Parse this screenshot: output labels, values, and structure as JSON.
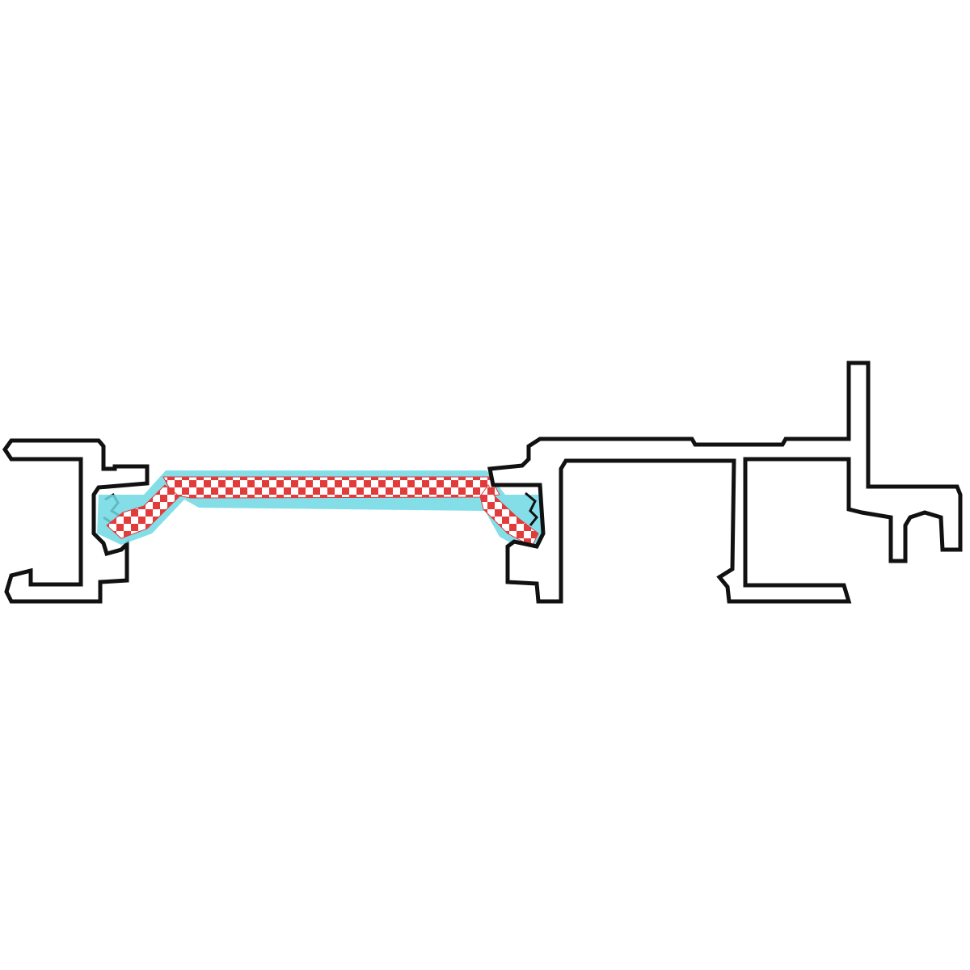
{
  "diagram": {
    "background_color": "#ffffff",
    "outline_color": "#111111",
    "parts": [
      {
        "id": "left-profile",
        "label": ""
      },
      {
        "id": "thermal-break",
        "label": ""
      },
      {
        "id": "right-profile",
        "label": ""
      }
    ],
    "thermal_break_colors": {
      "fill": "#ffffff",
      "halo": "#6fd8e4",
      "checker": "#e23b3b"
    }
  }
}
